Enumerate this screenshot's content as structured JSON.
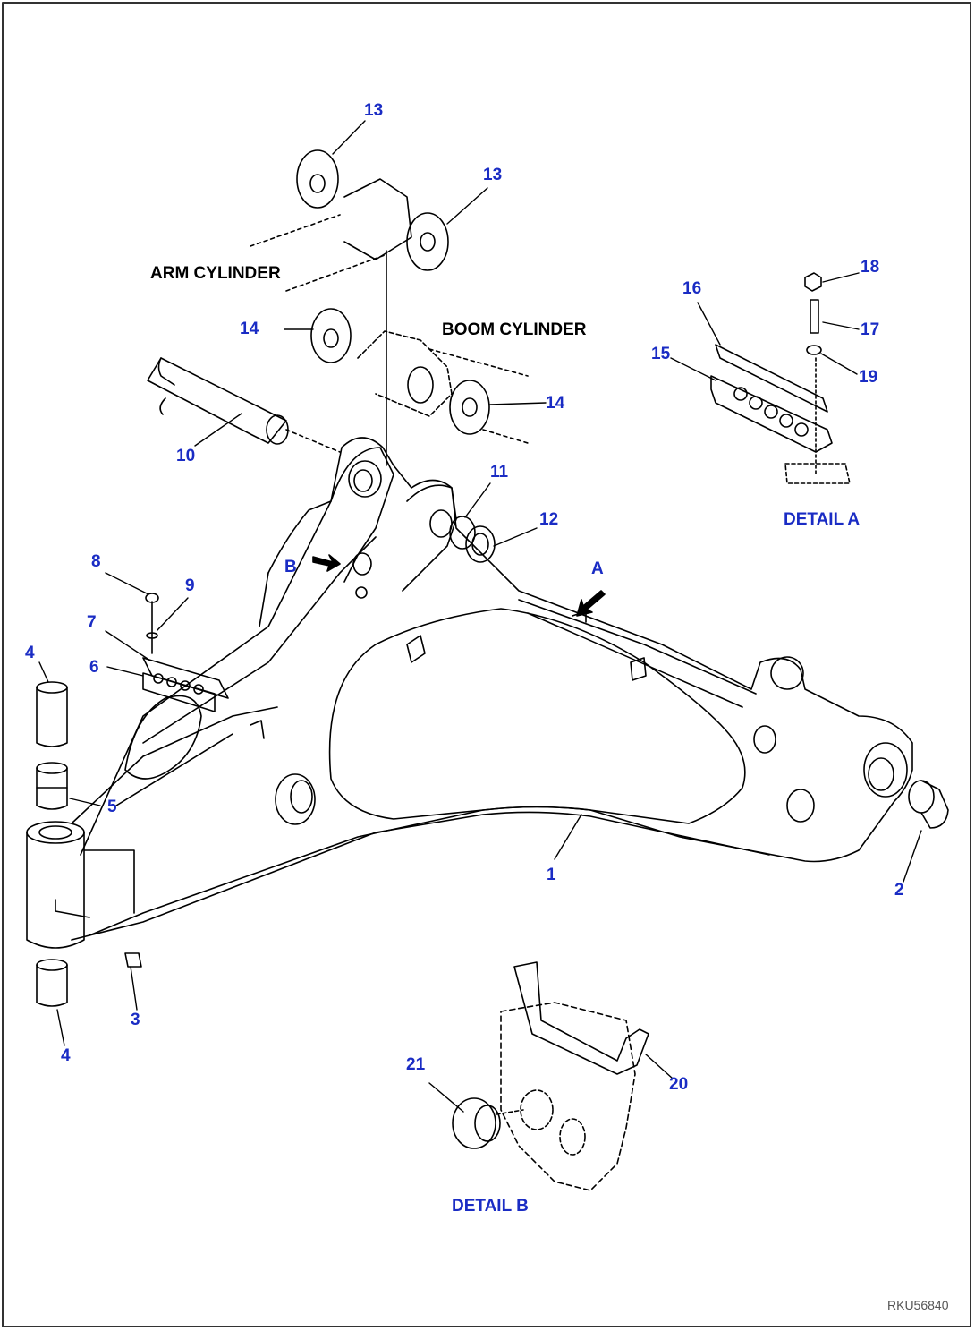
{
  "colors": {
    "callout": "#1a2cc4",
    "ink": "#000000",
    "border": "#333333"
  },
  "labels": {
    "arm_cylinder": "ARM CYLINDER",
    "boom_cylinder": "BOOM CYLINDER",
    "detail_a": "DETAIL A",
    "detail_b": "DETAIL B",
    "view_a": "A",
    "view_b": "B",
    "drawing_code": "RKU56840"
  },
  "callouts": [
    "13",
    "13",
    "14",
    "14",
    "10",
    "11",
    "12",
    "8",
    "9",
    "7",
    "6",
    "4",
    "5",
    "4",
    "3",
    "1",
    "2",
    "16",
    "18",
    "17",
    "15",
    "19",
    "21",
    "20"
  ]
}
